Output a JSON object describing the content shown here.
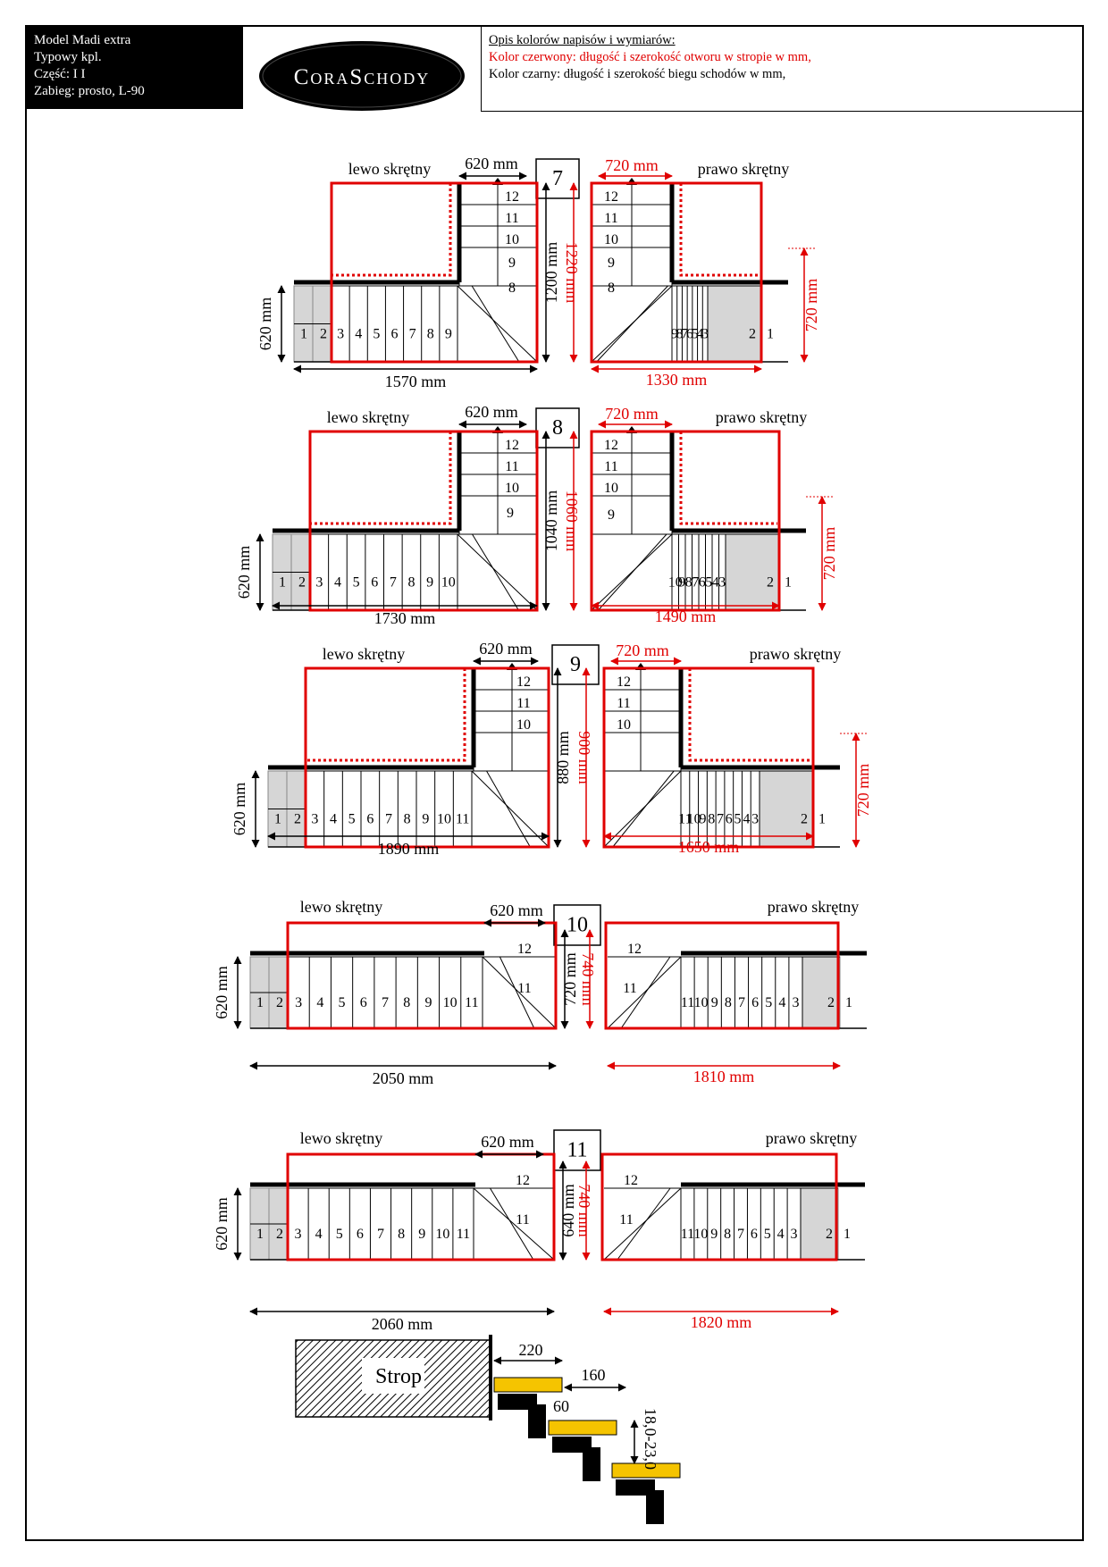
{
  "info": {
    "model": "Model Madi extra",
    "type": "Typowy kpl.",
    "part": "Część: I I",
    "winder": "Zabieg: prosto, L-90"
  },
  "logo": {
    "text": "CoraSchody"
  },
  "legend": {
    "heading": "Opis kolorów napisów i wymiarów:",
    "red": "Kolor czerwony: długość i szerokość otworu w stropie w mm,",
    "black": "Kolor czarny: długość i szerokość biegu schodów w mm,"
  },
  "labels": {
    "left": "lewo skrętny",
    "right": "prawo skrętny"
  },
  "colors": {
    "red": "#e00000",
    "black": "#000000",
    "grey": "#d6d6d6",
    "tread": "#f5c400"
  },
  "variants": [
    {
      "number": "7",
      "width": "620 mm",
      "hole_width": "720 mm",
      "height_left": "1200 mm",
      "hole_height": "1220 mm",
      "side_left": "620 mm",
      "side_right": "720 mm",
      "length_left": "1570 mm",
      "length_right": "1330 mm",
      "steps_left": [
        "1",
        "2",
        "3",
        "4",
        "5",
        "6",
        "7",
        "8",
        "9",
        "10",
        "11",
        "12"
      ],
      "steps_right": [
        "1",
        "2",
        "3",
        "4",
        "5",
        "6",
        "7",
        "8",
        "9",
        "10",
        "11",
        "12"
      ]
    },
    {
      "number": "8",
      "width": "620 mm",
      "hole_width": "720 mm",
      "height_left": "1040 mm",
      "hole_height": "1060 mm",
      "side_left": "620 mm",
      "side_right": "720 mm",
      "length_left": "1730 mm",
      "length_right": "1490 mm",
      "steps_left": [
        "1",
        "2",
        "3",
        "4",
        "5",
        "6",
        "7",
        "8",
        "9",
        "10",
        "11",
        "12"
      ],
      "steps_right": [
        "1",
        "2",
        "3",
        "4",
        "5",
        "6",
        "7",
        "8",
        "9",
        "10",
        "11",
        "12"
      ]
    },
    {
      "number": "9",
      "width": "620 mm",
      "hole_width": "720 mm",
      "height_left": "880 mm",
      "hole_height": "900 mm",
      "side_left": "620 mm",
      "side_right": "720 mm",
      "length_left": "1890 mm",
      "length_right": "1650 mm",
      "steps_left": [
        "1",
        "2",
        "3",
        "4",
        "5",
        "6",
        "7",
        "8",
        "9",
        "10",
        "11",
        "12"
      ],
      "steps_right": [
        "1",
        "2",
        "3",
        "4",
        "5",
        "6",
        "7",
        "8",
        "9",
        "10",
        "11",
        "12"
      ]
    },
    {
      "number": "10",
      "width": "620 mm",
      "height_left": "720 mm",
      "hole_height": "740 mm",
      "side_left": "620 mm",
      "length_left": "2050 mm",
      "length_right": "1810 mm",
      "steps_left": [
        "1",
        "2",
        "3",
        "4",
        "5",
        "6",
        "7",
        "8",
        "9",
        "10",
        "11",
        "12"
      ],
      "steps_right": [
        "1",
        "2",
        "3",
        "4",
        "5",
        "6",
        "7",
        "8",
        "9",
        "10",
        "11",
        "12"
      ]
    },
    {
      "number": "11",
      "width": "620 mm",
      "height_left": "640 mm",
      "hole_height": "740 mm",
      "side_left": "620 mm",
      "length_left": "2060 mm",
      "length_right": "1820 mm",
      "steps_left": [
        "1",
        "2",
        "3",
        "4",
        "5",
        "6",
        "7",
        "8",
        "9",
        "10",
        "11",
        "12"
      ],
      "steps_right": [
        "1",
        "2",
        "3",
        "4",
        "5",
        "6",
        "7",
        "8",
        "9",
        "10",
        "11",
        "12"
      ]
    }
  ],
  "detail": {
    "strop": "Strop",
    "tread_depth": "220",
    "step_run": "160",
    "overlap": "60",
    "rise": "18,0-23,0"
  }
}
